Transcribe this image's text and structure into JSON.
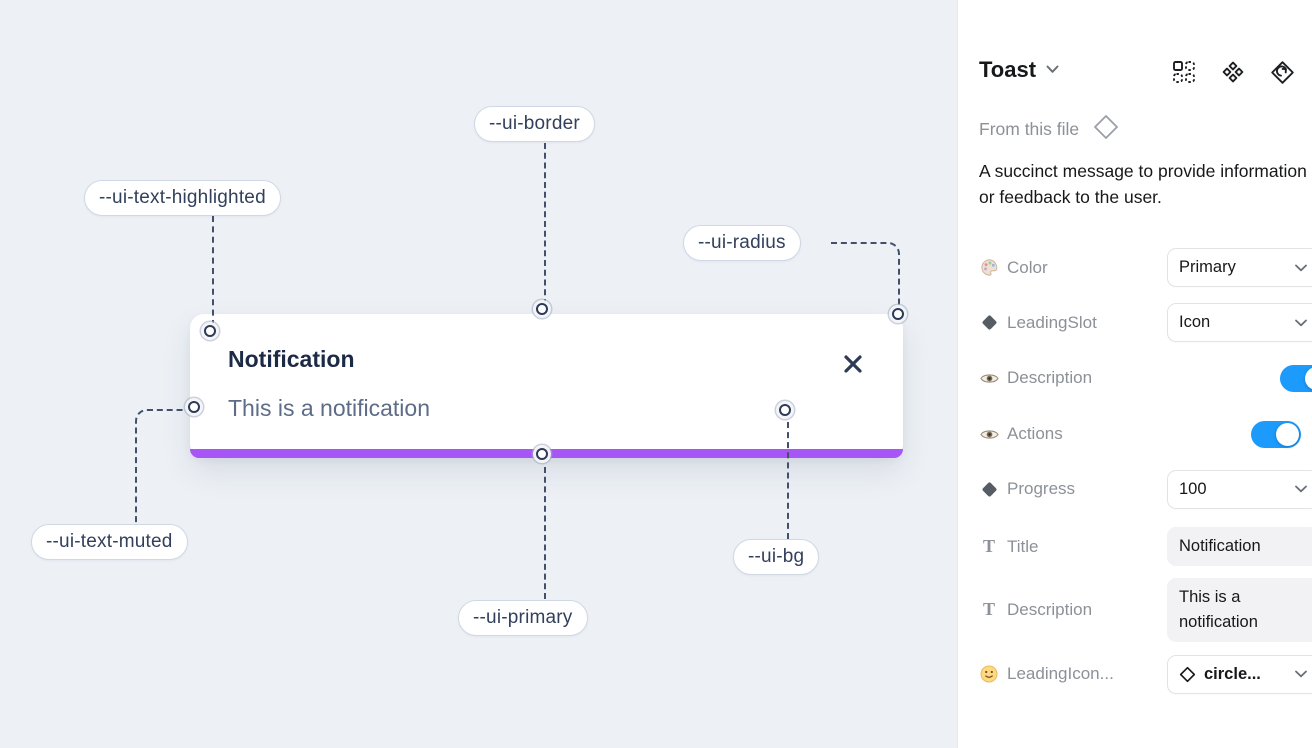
{
  "canvas": {
    "toast": {
      "title": "Notification",
      "description": "This is a notification"
    },
    "labels": {
      "border": "--ui-border",
      "text_highlighted": "--ui-text-highlighted",
      "radius": "--ui-radius",
      "text_muted": "--ui-text-muted",
      "primary": "--ui-primary",
      "bg": "--ui-bg"
    },
    "colors": {
      "canvas_bg": "#edf1f6",
      "primary_bar": "#a855f7",
      "connector": "#42506b"
    }
  },
  "panel": {
    "title": "Toast",
    "source_label": "From this file",
    "description": "A succinct message to provide information or feedback to the user.",
    "header_icons": [
      "instance-grid-icon",
      "component-set-icon",
      "go-to-main-component-icon"
    ],
    "rows": {
      "color": {
        "label": "Color",
        "value": "Primary"
      },
      "leading_slot": {
        "label": "LeadingSlot",
        "value": "Icon"
      },
      "description_toggle": {
        "label": "Description",
        "state": "on"
      },
      "actions_toggle": {
        "label": "Actions",
        "state": "on"
      },
      "progress": {
        "label": "Progress",
        "value": "100"
      },
      "title_field": {
        "label": "Title",
        "value": "Notification"
      },
      "description_field": {
        "label": "Description",
        "value": "This is a notification"
      },
      "leading_icon": {
        "label": "LeadingIcon...",
        "value": "circle..."
      }
    },
    "colors": {
      "toggle_on": "#1c9bfd"
    }
  }
}
